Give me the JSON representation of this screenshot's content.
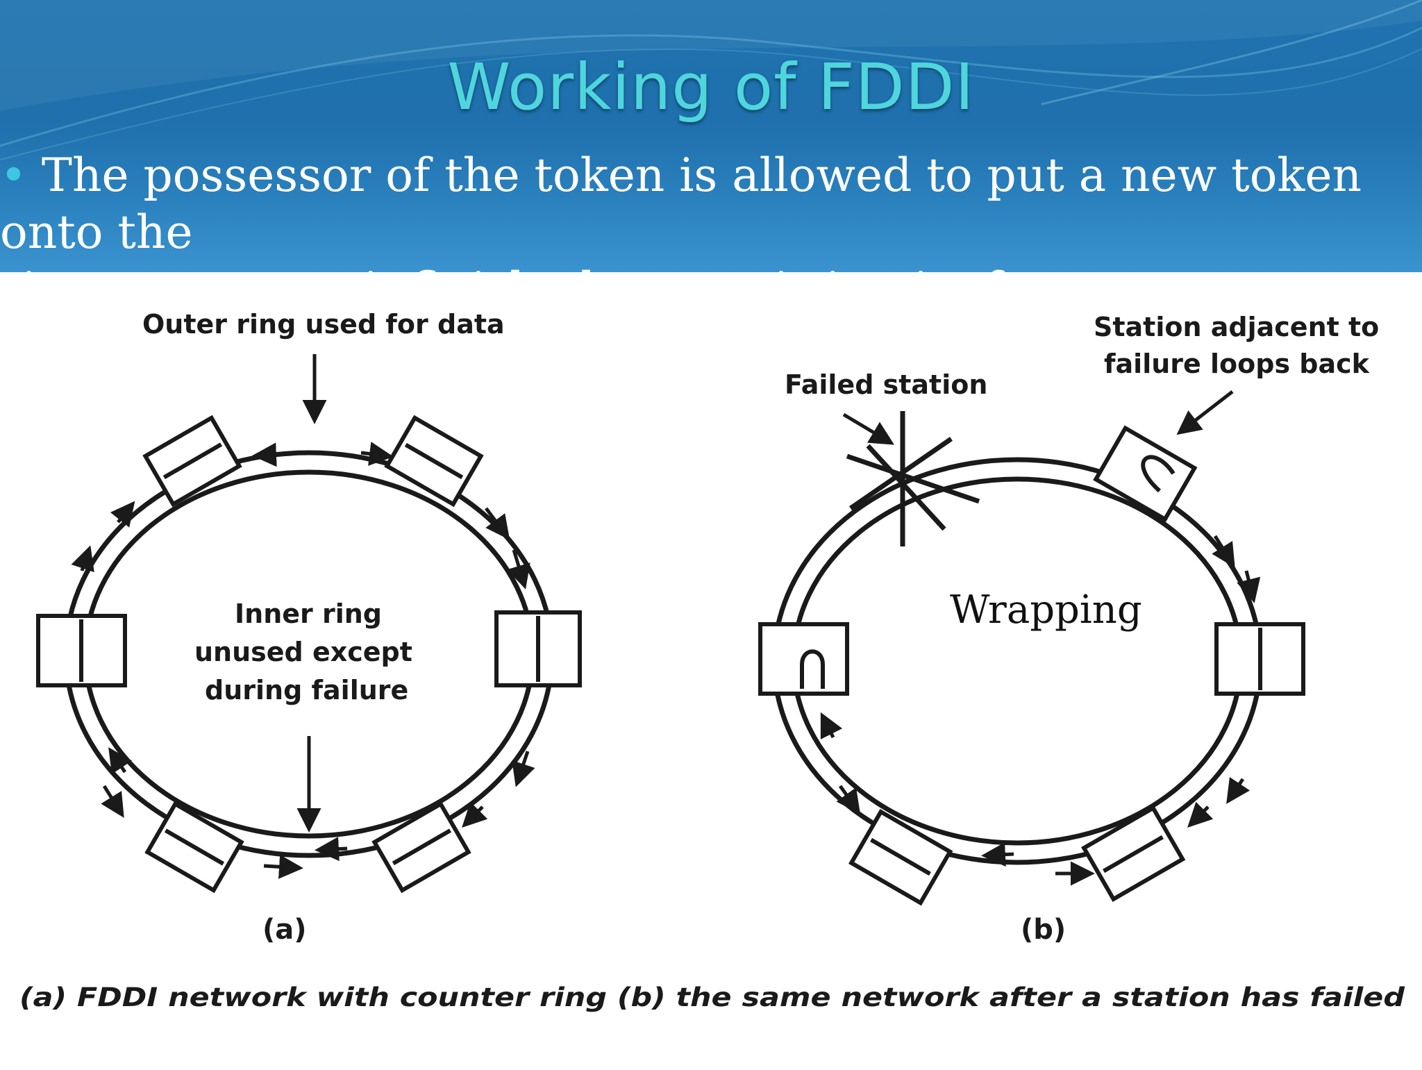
{
  "slide": {
    "title": "Working of FDDI",
    "bullet_marker": "•",
    "bullet_line1": " The possessor of the token is allowed to put a new token onto the",
    "bullet_line2": "ring as soon as it finished transmitting its frames."
  },
  "figure": {
    "a": {
      "top_label": "Outer ring used for data",
      "inner_label_1": "Inner ring",
      "inner_label_2": "unused except",
      "inner_label_3": "during failure",
      "panel": "(a)"
    },
    "b": {
      "failed_label": "Failed station",
      "adjacent_label_1": "Station adjacent to",
      "adjacent_label_2": "failure loops back",
      "wrapping_label": "Wrapping",
      "panel": "(b)"
    },
    "caption": "(a) FDDI network with counter ring (b) the same network after a station has failed"
  },
  "colors": {
    "header_blue": "#1f73b0",
    "title_cyan": "#4fd6dc",
    "ink": "#1a1a1a"
  }
}
